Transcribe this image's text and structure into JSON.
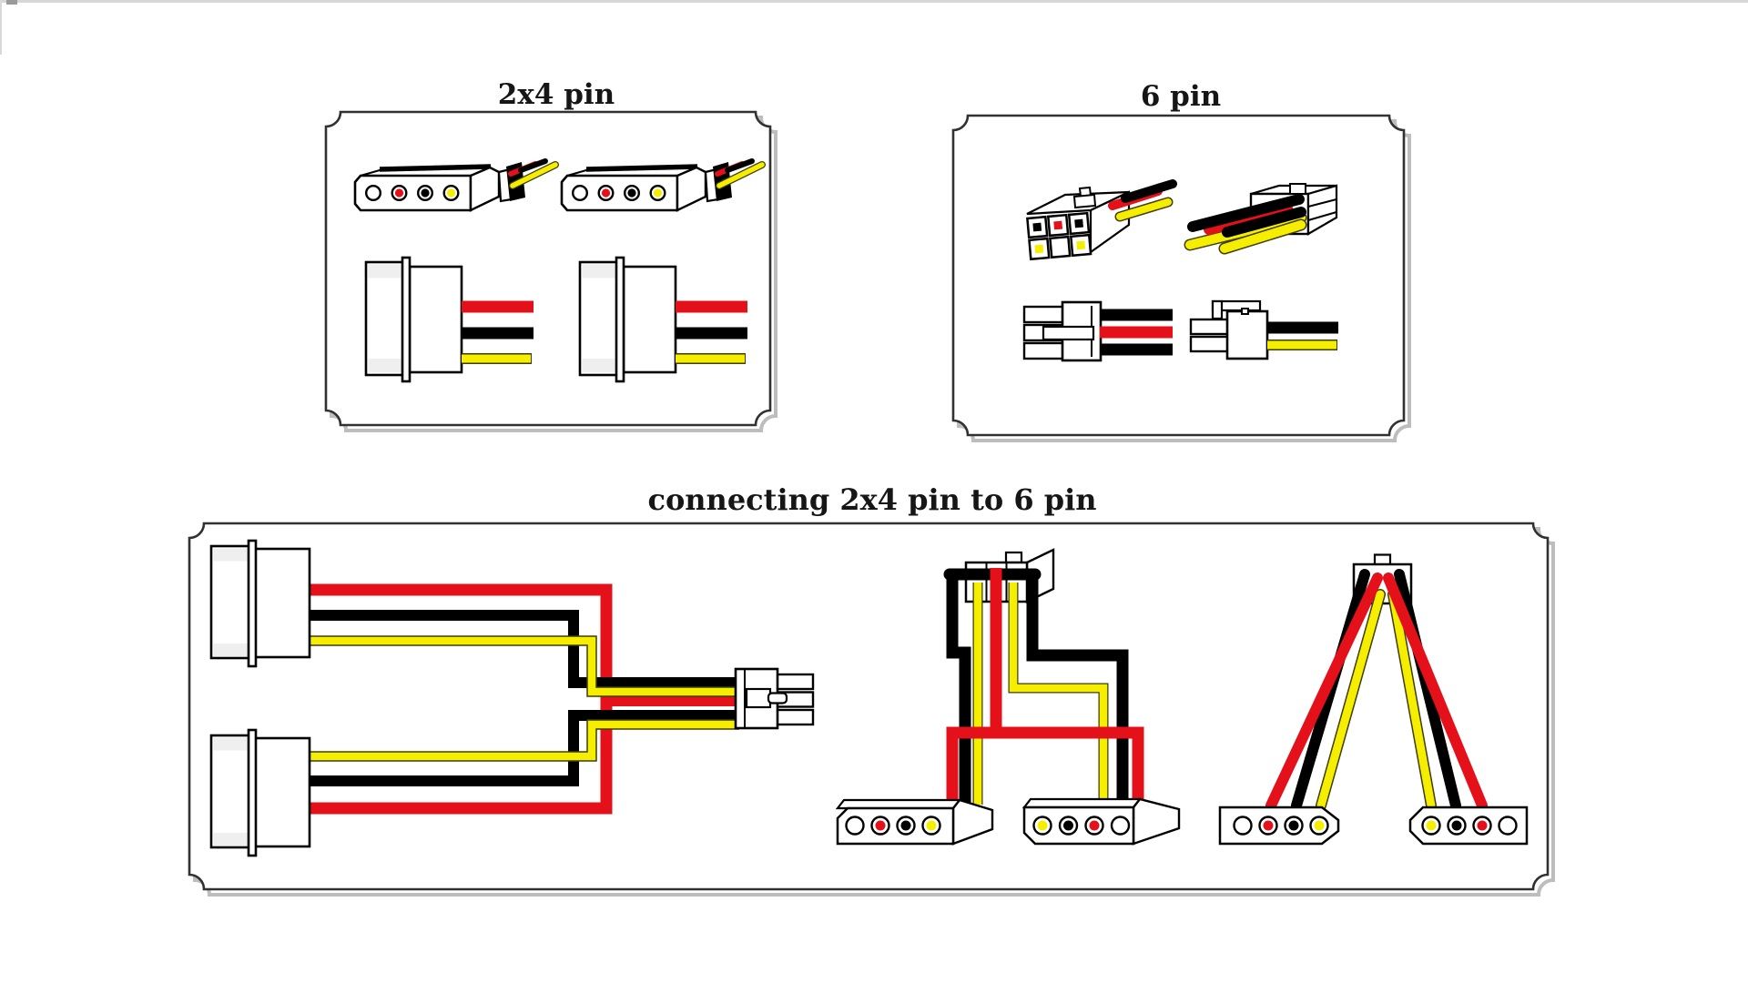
{
  "titles": {
    "panel_2x4": "2x4 pin",
    "panel_6": "6 pin",
    "panel_connect": "connecting 2x4 pin to 6 pin"
  },
  "colors": {
    "wire_red": "#e4101a",
    "wire_yellow": "#f6ee00",
    "wire_black": "#000000",
    "pin_white": "#ffffff",
    "panel_border": "#313131",
    "shadow": "#bdbdbd",
    "stripe": "#efefef",
    "page_bg": "#ffffff"
  },
  "panels": {
    "pin_2x4": {
      "title": "2x4 pin",
      "connector_type": "4-pin molex peripheral",
      "front_view_pin_colors": [
        "white",
        "red",
        "black",
        "yellow"
      ],
      "side_view_wire_colors": [
        "red",
        "black",
        "yellow"
      ],
      "front_view_count": 2,
      "side_view_count": 2
    },
    "pin_6": {
      "title": "6 pin",
      "connector_type": "6-pin PCIe power",
      "front_view_top_row": [
        "black",
        "red",
        "black"
      ],
      "front_view_bottom_row": [
        "yellow",
        "white",
        "yellow"
      ],
      "rear_view_rod_colors": [
        "black",
        "red",
        "black",
        "yellow",
        "yellow"
      ],
      "side_view_left_wires": [
        "black",
        "red",
        "black"
      ],
      "side_view_right_wires": [
        "black",
        "yellow"
      ]
    },
    "connecting": {
      "title": "connecting 2x4 pin to 6 pin",
      "left_diagram": {
        "upper_molex_wires": [
          "red",
          "black",
          "yellow"
        ],
        "lower_molex_wires": [
          "yellow",
          "black",
          "red"
        ],
        "six_pin_wire_rows": [
          "black",
          "yellow",
          "red",
          "black",
          "yellow"
        ]
      },
      "middle_diagram": {
        "six_pin_wires": [
          "black",
          "red",
          "yellow",
          "yellow",
          "black"
        ],
        "left_molex_pins": [
          "white",
          "red",
          "black",
          "yellow"
        ],
        "right_molex_pins": [
          "yellow",
          "black",
          "red",
          "white"
        ]
      },
      "right_diagram": {
        "six_pin_wires": [
          "red",
          "black",
          "yellow",
          "yellow",
          "black",
          "red"
        ],
        "left_molex_pins": [
          "white",
          "red",
          "black",
          "yellow"
        ],
        "right_molex_pins": [
          "yellow",
          "black",
          "red",
          "white"
        ]
      }
    }
  }
}
